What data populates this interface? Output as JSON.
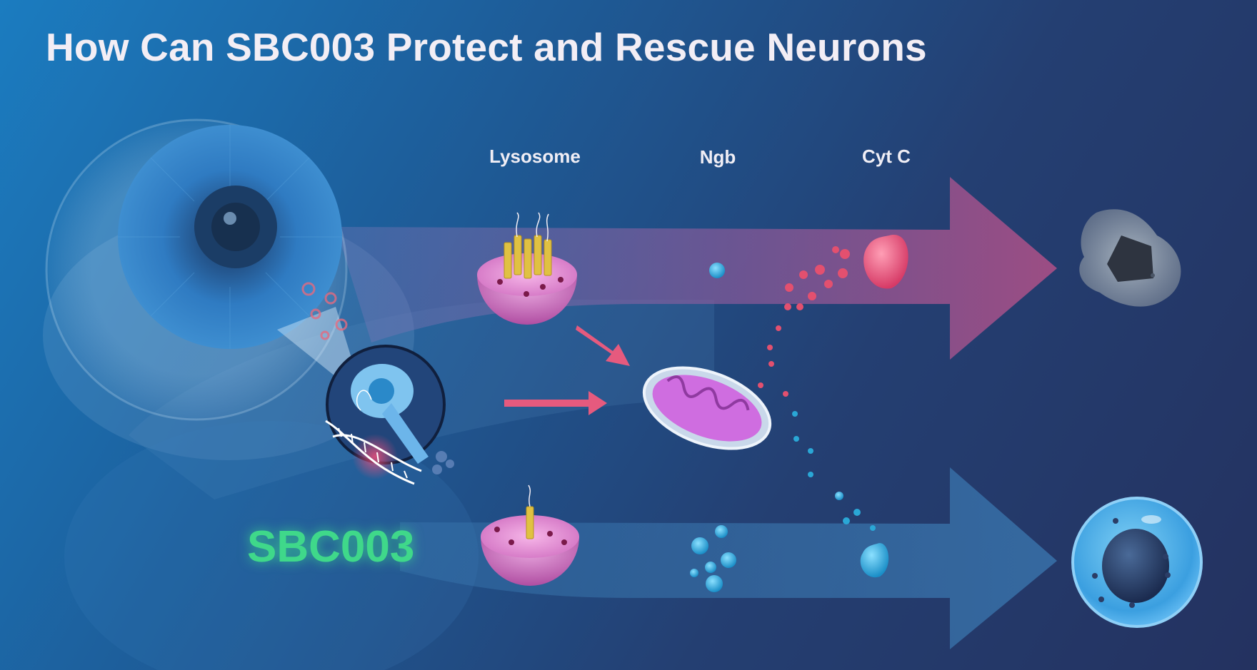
{
  "title": "How Can SBC003 Protect and Rescue Neurons",
  "labels": {
    "lysosome": "Lysosome",
    "ngb": "Ngb",
    "cytc": "Cyt C"
  },
  "drug": "SBC003",
  "colors": {
    "title": "#f3eef5",
    "drug": "#3fd88a",
    "apoptosis_arrow": "#b0528a",
    "survival_arrow": "#3a7cb8",
    "cytc_pink": "#e3506f",
    "ngb_blue": "#2aa7d6",
    "lysosome": "#c65bb4",
    "mitochondrion": "#cf6de0"
  },
  "icons": [
    "eye-icon",
    "dna-icon",
    "lysosome-icon",
    "mitochondrion-icon",
    "dying-cell-icon",
    "healthy-cell-icon"
  ]
}
